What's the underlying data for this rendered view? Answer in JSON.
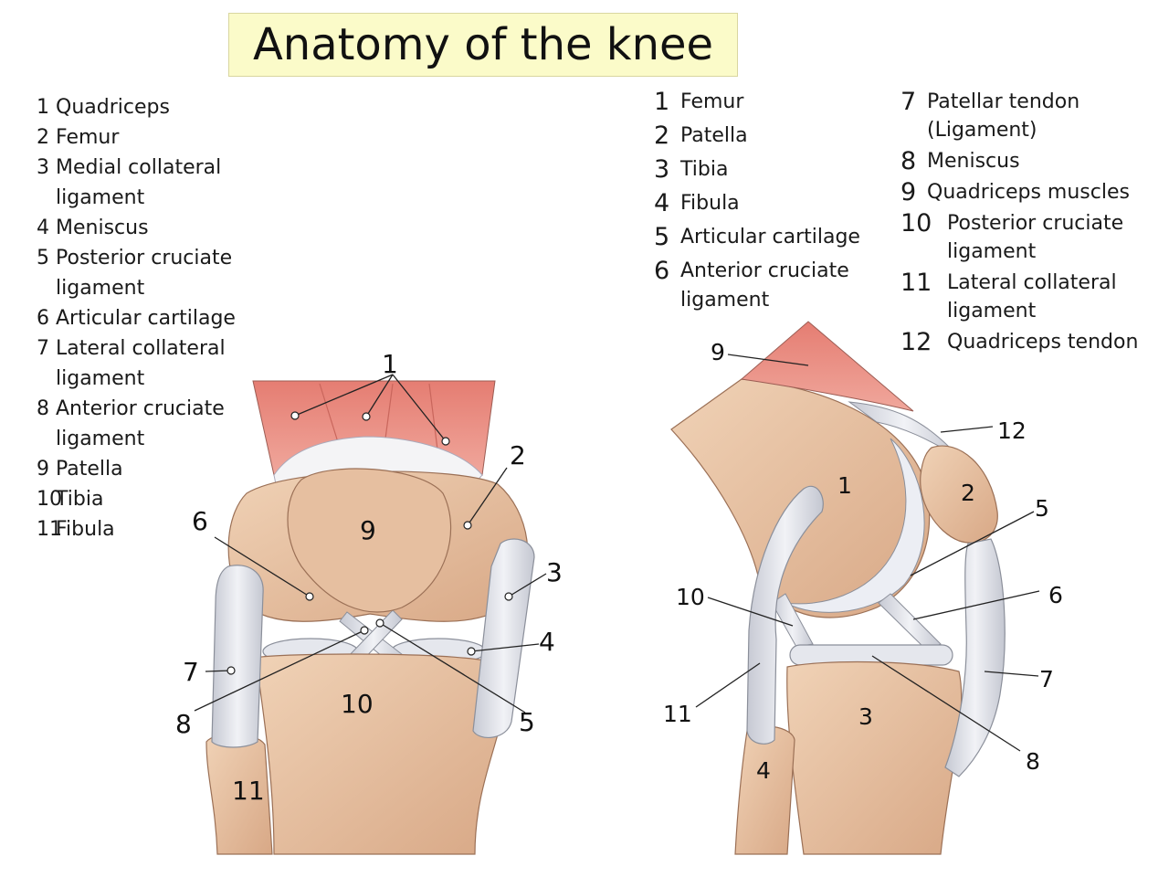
{
  "title": "Anatomy of the knee",
  "legend_front": [
    {
      "num": "1",
      "label": "Quadriceps"
    },
    {
      "num": "2",
      "label": "Femur"
    },
    {
      "num": "3",
      "label": "Medial collateral\nligament"
    },
    {
      "num": "4",
      "label": "Meniscus"
    },
    {
      "num": "5",
      "label": "Posterior cruciate\nligament"
    },
    {
      "num": "6",
      "label": "Articular cartilage"
    },
    {
      "num": "7",
      "label": "Lateral collateral\nligament"
    },
    {
      "num": "8",
      "label": "Anterior cruciate\nligament"
    },
    {
      "num": "9",
      "label": "Patella"
    },
    {
      "num": "10",
      "label": "Tibia"
    },
    {
      "num": "11",
      "label": "Fibula"
    }
  ],
  "legend_side_a": [
    {
      "num": "1",
      "label": "Femur"
    },
    {
      "num": "2",
      "label": "Patella"
    },
    {
      "num": "3",
      "label": "Tibia"
    },
    {
      "num": "4",
      "label": "Fibula"
    },
    {
      "num": "5",
      "label": "Articular cartilage"
    },
    {
      "num": "6",
      "label": "Anterior cruciate\nligament"
    }
  ],
  "legend_side_b": [
    {
      "num": "7",
      "label": "Patellar tendon\n(Ligament)"
    },
    {
      "num": "8",
      "label": "Meniscus"
    },
    {
      "num": "9",
      "label": "Quadriceps  muscles"
    },
    {
      "num": "10",
      "label": "Posterior cruciate\nligament"
    },
    {
      "num": "11",
      "label": "Lateral collateral\nligament"
    },
    {
      "num": "12",
      "label": "Quadriceps tendon"
    }
  ],
  "front_callouts": [
    "1",
    "2",
    "3",
    "4",
    "5",
    "6",
    "7",
    "8",
    "9",
    "10",
    "11"
  ],
  "side_callouts": [
    "1",
    "2",
    "3",
    "4",
    "5",
    "6",
    "7",
    "8",
    "9",
    "10",
    "11",
    "12"
  ],
  "colors": {
    "title_bg": "#fbfbc9",
    "bone": "#e8c3a3",
    "bone_dark": "#cf9f7c",
    "muscle": "#e7877c",
    "ligament": "#d8dae2",
    "cartilage": "#eceef4"
  }
}
